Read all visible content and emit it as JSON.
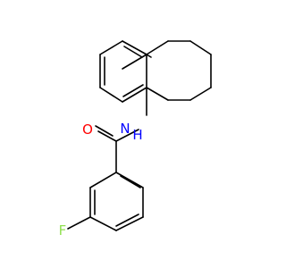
{
  "molecule": {
    "atoms": {
      "oxygen": {
        "symbol": "O",
        "color": "#ff0000"
      },
      "nitrogen": {
        "symbol": "N",
        "color": "#0000ff"
      },
      "hydrogen": {
        "symbol": "H",
        "color": "#0000ff"
      },
      "fluorine": {
        "symbol": "F",
        "color": "#90e050"
      }
    }
  }
}
